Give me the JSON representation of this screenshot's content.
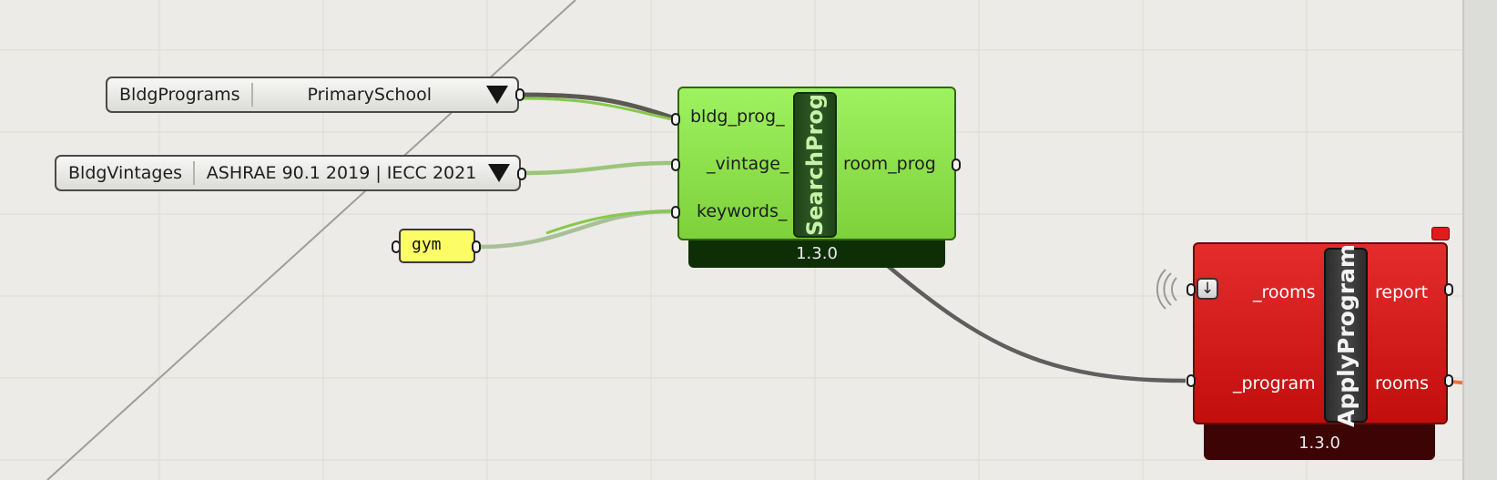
{
  "value_lists": [
    {
      "name": "BldgPrograms",
      "selected": "PrimarySchool"
    },
    {
      "name": "BldgVintages",
      "selected": "ASHRAE 90.1 2019  |  IECC 2021"
    }
  ],
  "panel": {
    "text": "gym"
  },
  "search_component": {
    "nickname": "SearchProg",
    "inputs": [
      "bldg_prog_",
      "_vintage_",
      "keywords_"
    ],
    "outputs": [
      "room_prog"
    ],
    "version": "1.3.0",
    "color": "#8be04a"
  },
  "apply_component": {
    "nickname": "ApplyProgram",
    "inputs": [
      "_rooms",
      "_program"
    ],
    "outputs": [
      "report",
      "rooms"
    ],
    "version": "1.3.0",
    "color": "#d41a1a"
  },
  "colors": {
    "canvas": "#ecebe7",
    "grid": "#dddcd7",
    "wire_selected": "#7fc846",
    "wire_default": "#5e5e5e",
    "wire_output": "#f07040"
  }
}
